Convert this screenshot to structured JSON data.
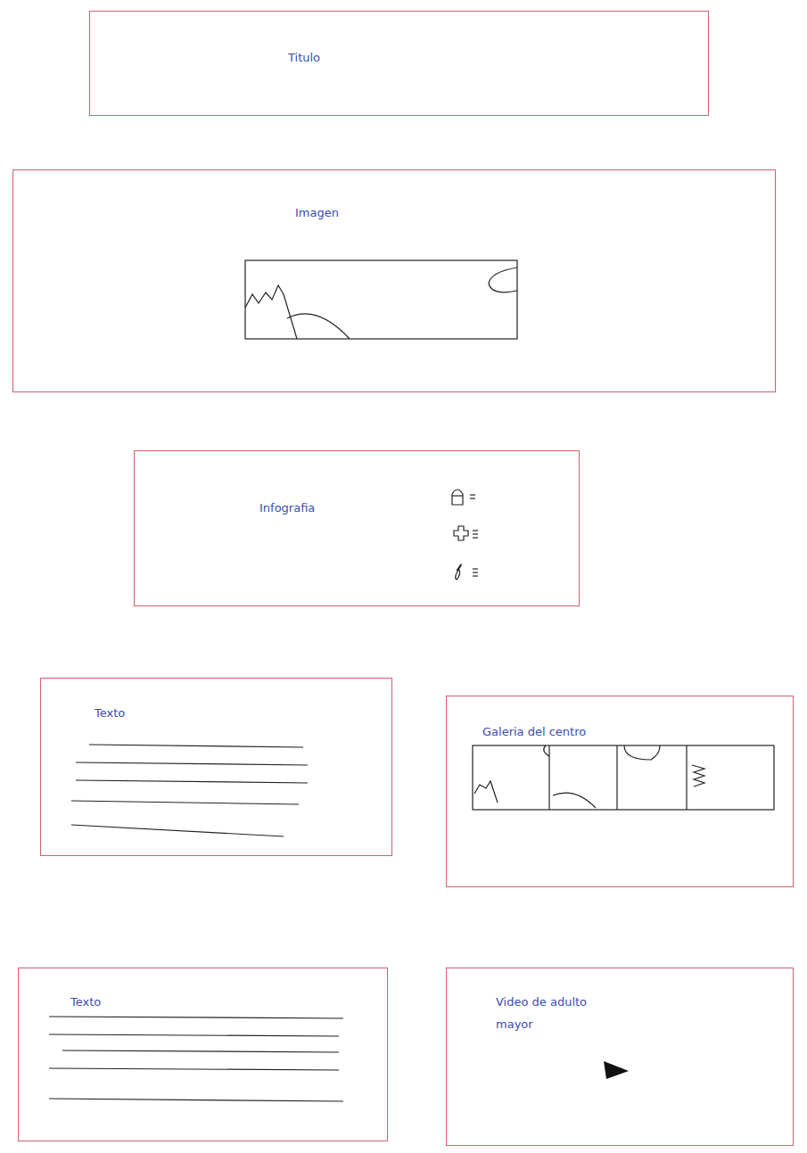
{
  "diagram": {
    "nodes": [
      {
        "text": [
          "Titulo"
        ]
      },
      {
        "text": [
          "Imagen"
        ]
      },
      {
        "text": [
          "Infografia"
        ]
      },
      {
        "text": [
          "Texto"
        ]
      },
      {
        "text": [
          "Galeria del centro"
        ]
      },
      {
        "text": [
          "Texto"
        ]
      },
      {
        "text": [
          "Video de adulto mayor"
        ]
      }
    ]
  }
}
